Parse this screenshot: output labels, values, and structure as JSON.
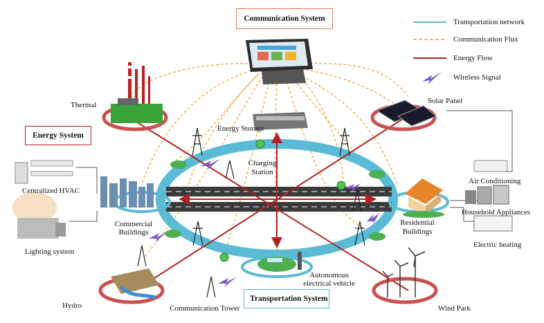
{
  "systems": {
    "communication": "Communication System",
    "energy": "Energy System",
    "transportation": "Transportation System"
  },
  "legend": {
    "items": [
      {
        "label": "Transportation network",
        "color": "#5bbad5",
        "style": "solid"
      },
      {
        "label": "Communication Flux",
        "color": "#e8a33a",
        "style": "dashed"
      },
      {
        "label": "Energy Flow",
        "color": "#b22222",
        "style": "solid"
      },
      {
        "label": "Wireless Signal",
        "color": "#7a5bc7",
        "style": "bolt"
      }
    ]
  },
  "labels": {
    "thermal": "Thermal",
    "solar_panel": "Solar Panel",
    "energy_storage": "Energy Storage",
    "charging_station_line1": "Charging",
    "charging_station_line2": "Station",
    "centralized_hvac": "Centralized HVAC",
    "lighting_system": "Lighting system",
    "commercial_line1": "Commercial",
    "commercial_line2": "Buildings",
    "residential_line1": "Residential",
    "residential_line2": "Buildings",
    "air_conditioning": "Air Conditioning",
    "household_appliances": "Household Appliances",
    "electric_heating": "Electric heating",
    "hydro": "Hydro",
    "communication_tower": "Communication Tower",
    "autonomous_line1": "Autonomous",
    "autonomous_line2": "electrical vehicle",
    "wind_park": "Wind Park"
  },
  "colors": {
    "transport": "#5bbad5",
    "energy": "#b22222",
    "communication": "#e8a33a",
    "wireless": "#7a5bc7",
    "node_ring": "#c9524f",
    "box_border_comm": "#e07a5f",
    "box_border_energy": "#b22222",
    "box_border_transport": "#5bbad5"
  }
}
